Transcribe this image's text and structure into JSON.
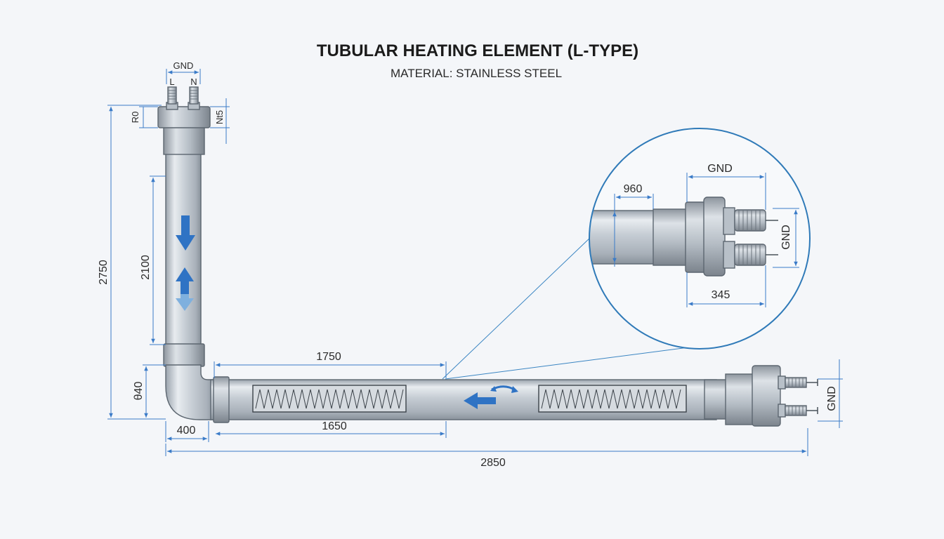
{
  "title": "TUBULAR HEATING ELEMENT (L-TYPE)",
  "subtitle": "MATERIAL: STAINLESS STEEL",
  "colors": {
    "dimension_line": "#3a7bc8",
    "flow_arrow": "#2f73c4",
    "detail_circle": "#2f7ab8",
    "steel": "#c9d0d7"
  },
  "terminal_labels": {
    "top_gnd": "GND",
    "live": "L",
    "neutral": "N"
  },
  "dimensions": {
    "overall_height": "2750",
    "vertical_tube": "2100",
    "bend": "θ40",
    "bottom_offset": "400",
    "upper_heated": "1750",
    "lower_heated": "1650",
    "overall_length": "2850",
    "flange_left": "R0",
    "flange_right": "Nt5",
    "right_gnd": "GND"
  },
  "detail_view": {
    "gnd_top": "GND",
    "diameter": "960",
    "gnd_side": "GND",
    "length": "345"
  },
  "icons": [
    "flow-arrow-down-icon",
    "flow-arrow-updown-icon",
    "flow-arrow-left-icon",
    "flow-arrow-curved-icon"
  ]
}
